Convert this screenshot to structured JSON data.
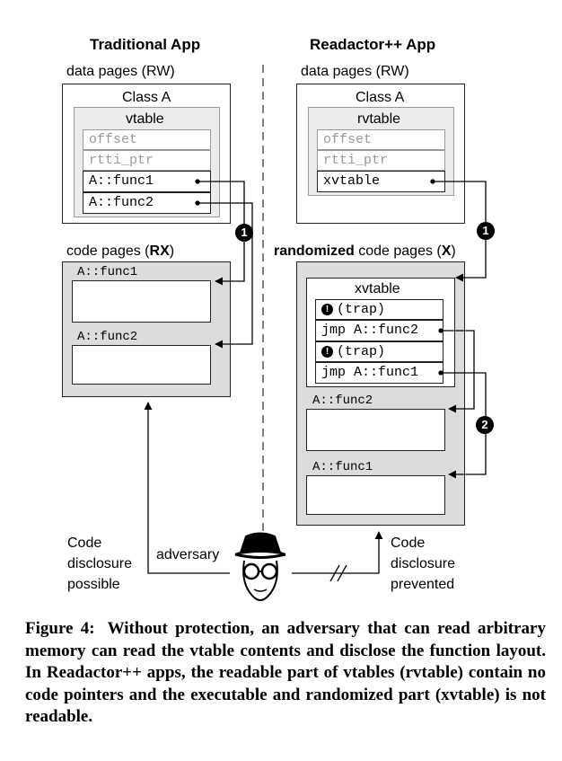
{
  "traditional": {
    "title": "Traditional App",
    "data_pages_label": "data pages (RW)",
    "class_label": "Class A",
    "table_label": "vtable",
    "rows": [
      "offset",
      "rtti_ptr",
      "A::func1",
      "A::func2"
    ],
    "code_pages_prefix": "code pages (",
    "code_pages_bold": "RX",
    "code_pages_suffix": ")",
    "func_labels": [
      "A::func1",
      "A::func2"
    ]
  },
  "readactor": {
    "title": "Readactor++ App",
    "data_pages_label": "data pages (RW)",
    "class_label": "Class A",
    "table_label": "rvtable",
    "rows": [
      "offset",
      "rtti_ptr",
      "xvtable"
    ],
    "code_pages_bold_prefix": "randomized",
    "code_pages_middle": " code pages (",
    "code_pages_bold": "X",
    "code_pages_suffix": ")",
    "xvtable_label": "xvtable",
    "xvtable_rows": [
      "(trap)",
      "jmp A::func2",
      "(trap)",
      "jmp A::func1"
    ],
    "func_labels": [
      "A::func2",
      "A::func1"
    ]
  },
  "badges": [
    "1",
    "1",
    "2"
  ],
  "trap_glyph": "!",
  "adversary_label": "adversary",
  "left_note": [
    "Code",
    "disclosure",
    "possible"
  ],
  "right_note": [
    "Code",
    "disclosure",
    "prevented"
  ],
  "caption": {
    "figure": "Figure 4:",
    "text": "Without protection, an adversary that can read arbitrary memory can read the vtable contents and disclose the function layout. In Readactor++ apps, the readable part of vtables (rvtable) contain no code pointers and the executable and randomized part (xvtable) is not readable."
  }
}
